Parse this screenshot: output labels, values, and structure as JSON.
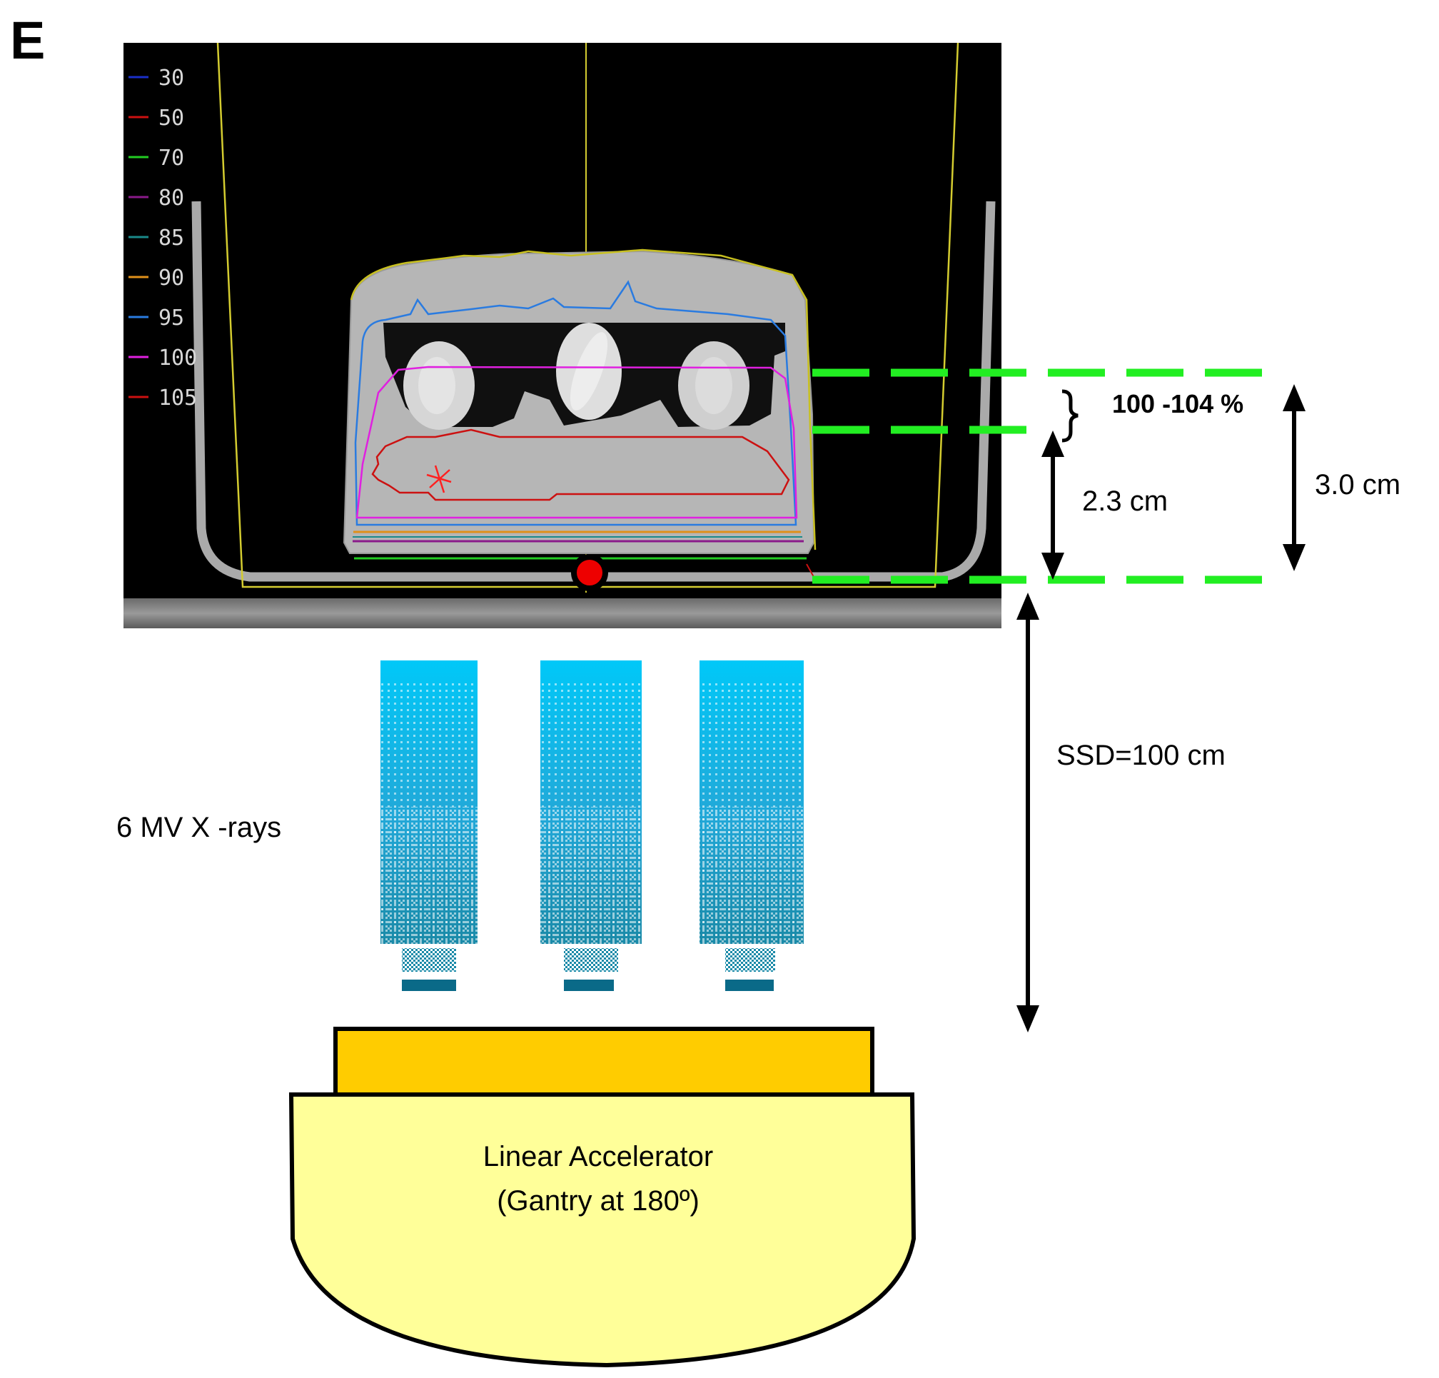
{
  "panel_label": "E",
  "legend": [
    {
      "value": "30",
      "color": "#1a2fc8"
    },
    {
      "value": "50",
      "color": "#cc1111"
    },
    {
      "value": "70",
      "color": "#22cc22"
    },
    {
      "value": "80",
      "color": "#8a1a8a"
    },
    {
      "value": "85",
      "color": "#1a8a8a"
    },
    {
      "value": "90",
      "color": "#e0901a"
    },
    {
      "value": "95",
      "color": "#2a7be0"
    },
    {
      "value": "100",
      "color": "#e020e0"
    },
    {
      "value": "105",
      "color": "#cc1111"
    }
  ],
  "annotations": {
    "dose_range": "100 -104 %",
    "depth_2_3": "2.3 cm",
    "depth_3_0": "3.0  cm",
    "ssd": "SSD=100 cm",
    "beam": "6 MV X -rays",
    "linac_line1": "Linear Accelerator",
    "linac_line2": "(Gantry at 180º)"
  },
  "colors": {
    "guide_green": "#22ee22",
    "beam_cyan": "#00c8f8",
    "beam_teal": "#0a6a88",
    "collimator_orange": "#ffcc00",
    "linac_body": "#ffff99",
    "iso_marker": "#ee0000"
  }
}
